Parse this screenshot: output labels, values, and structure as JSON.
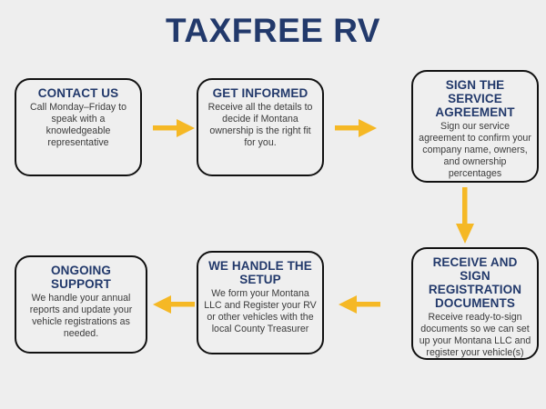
{
  "page": {
    "title": "TAXFREE RV",
    "background_color": "#eeeeee",
    "accent_navy": "#22396b",
    "accent_gold": "#f5b825",
    "border_color": "#111111",
    "body_text_color": "#3b3b3b"
  },
  "steps": [
    {
      "id": "contact-us",
      "heading": "CONTACT US",
      "body": "Call Monday–Friday to speak with a knowledgeable representative"
    },
    {
      "id": "get-informed",
      "heading": "GET INFORMED",
      "body": "Receive all the details to decide if Montana ownership is the right fit for you."
    },
    {
      "id": "sign-agreement",
      "heading": "SIGN THE SERVICE AGREEMENT",
      "body": "Sign our service agreement to confirm your company name, owners, and ownership percentages"
    },
    {
      "id": "receive-sign-registration",
      "heading": "RECEIVE AND SIGN REGISTRATION DOCUMENTS",
      "body": "Receive ready-to-sign documents so we can set up your Montana LLC and register your vehicle(s)"
    },
    {
      "id": "we-handle-setup",
      "heading": "WE HANDLE THE SETUP",
      "body": "We form your Montana LLC and Register your RV or other vehicles with the local County Treasurer"
    },
    {
      "id": "ongoing-support",
      "heading": "ONGOING SUPPORT",
      "body": "We handle your annual reports and update your vehicle registrations as needed."
    }
  ],
  "arrows": [
    {
      "id": "arrow-contact-to-informed",
      "direction": "right"
    },
    {
      "id": "arrow-informed-to-agreement",
      "direction": "right"
    },
    {
      "id": "arrow-agreement-to-registration",
      "direction": "down"
    },
    {
      "id": "arrow-registration-to-setup",
      "direction": "left"
    },
    {
      "id": "arrow-setup-to-support",
      "direction": "left"
    }
  ]
}
